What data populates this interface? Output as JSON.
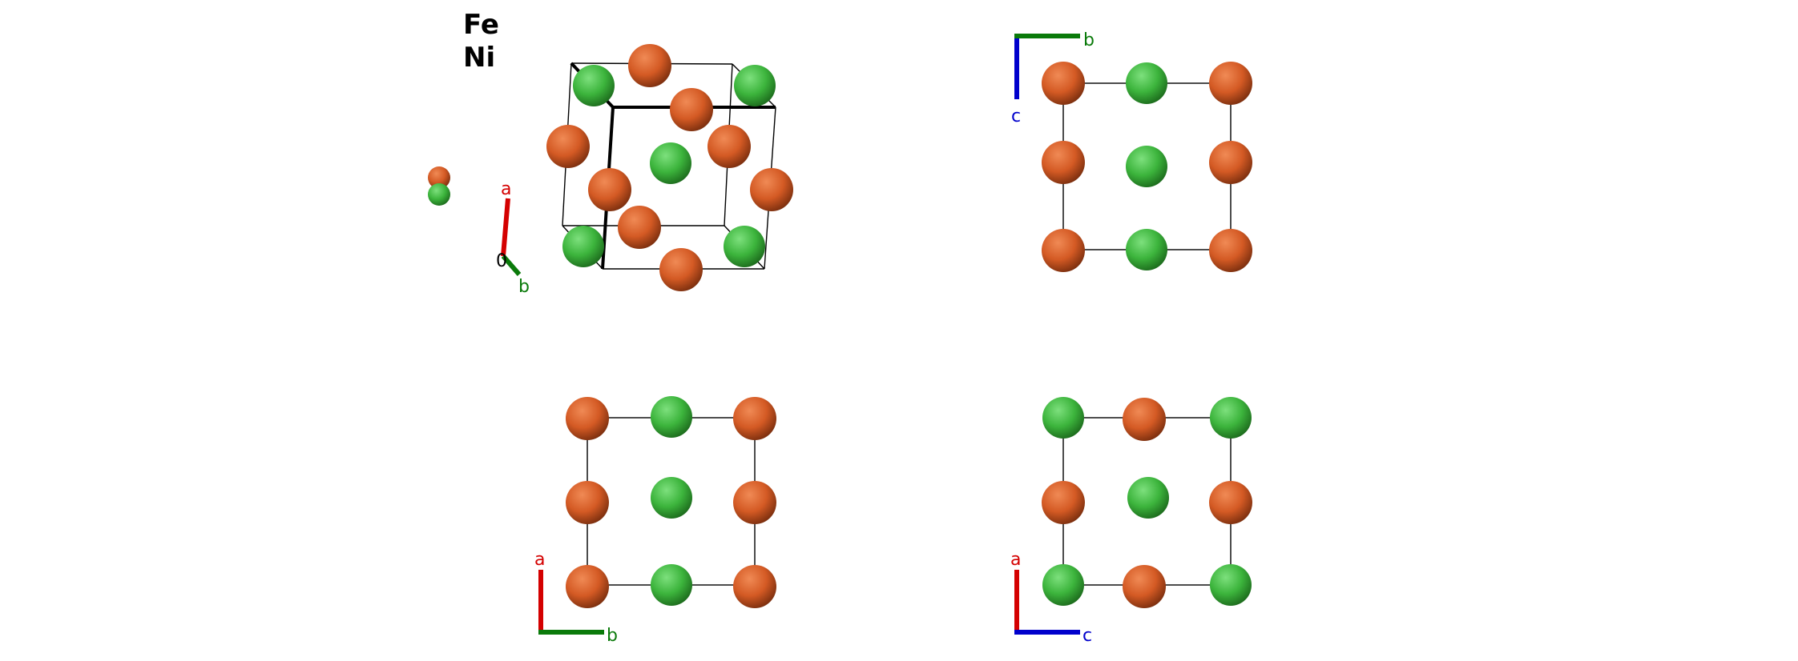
{
  "legend": {
    "elements": [
      {
        "symbol": "Fe",
        "color": "#d95f2a"
      },
      {
        "symbol": "Ni",
        "color": "#3fb83f"
      }
    ]
  },
  "axes": {
    "a": {
      "label": "a",
      "color": "#d40000"
    },
    "b": {
      "label": "b",
      "color": "#0a7a0a"
    },
    "c": {
      "label": "c",
      "color": "#0000cc"
    },
    "origin": {
      "label": "0"
    }
  }
}
